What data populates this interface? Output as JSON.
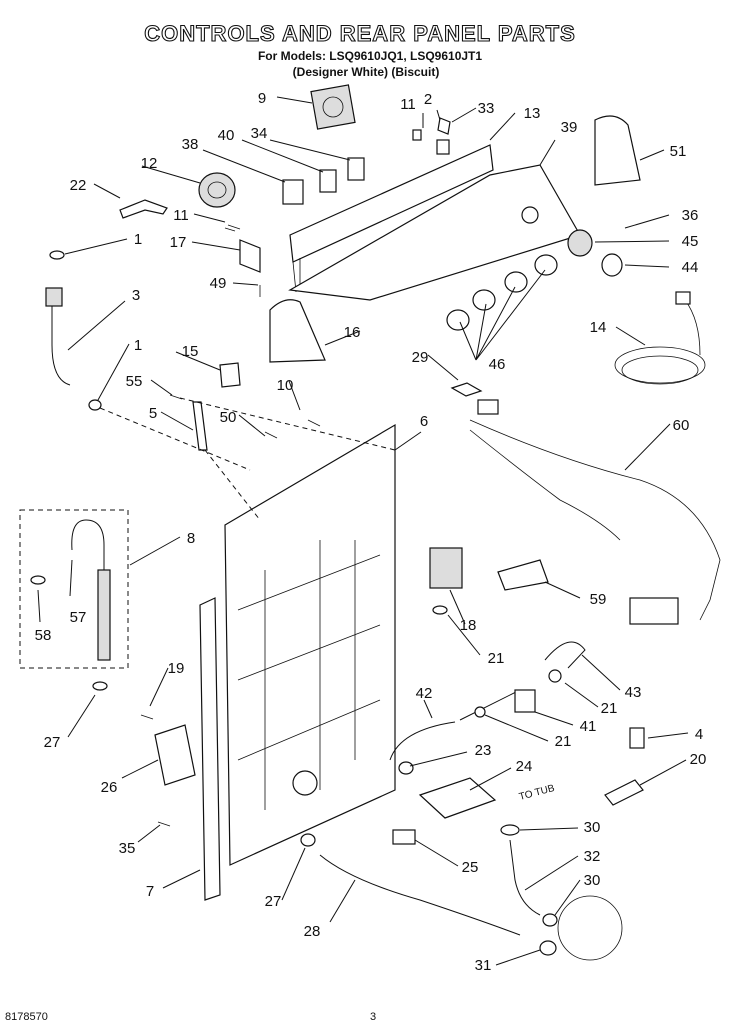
{
  "title": "CONTROLS AND REAR PANEL PARTS",
  "models_line": "For Models: LSQ9610JQ1, LSQ9610JT1",
  "colors_line": "(Designer White)   (Biscuit)",
  "to_tub_note": "TO TUB",
  "footer": {
    "left": "8178570",
    "page": "3"
  },
  "callouts": [
    "9",
    "11",
    "2",
    "33",
    "13",
    "39",
    "51",
    "34",
    "40",
    "38",
    "12",
    "22",
    "11",
    "36",
    "45",
    "44",
    "17",
    "1",
    "49",
    "3",
    "16",
    "14",
    "1",
    "15",
    "55",
    "10",
    "29",
    "46",
    "5",
    "50",
    "6",
    "60",
    "8",
    "57",
    "58",
    "59",
    "18",
    "21",
    "19",
    "43",
    "42",
    "21",
    "27",
    "4",
    "41",
    "23",
    "21",
    "24",
    "20",
    "26",
    "30",
    "32",
    "35",
    "25",
    "30",
    "7",
    "27",
    "28",
    "31"
  ]
}
